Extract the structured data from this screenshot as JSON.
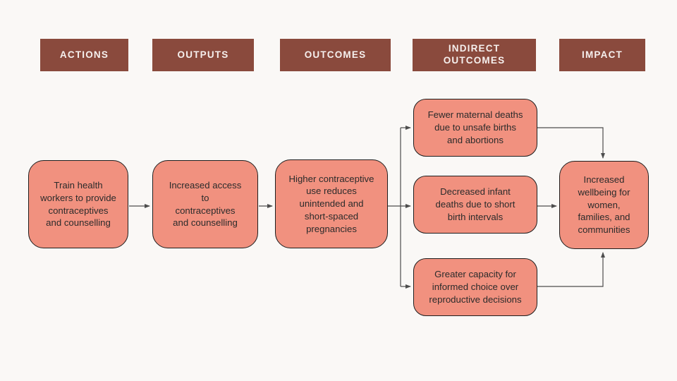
{
  "palette": {
    "background": "#FAF8F6",
    "header_fill": "#8A4A3D",
    "header_text": "#F6F0EE",
    "node_fill": "#F1917F",
    "node_border": "#1E1E1E",
    "node_text": "#2B2B2B",
    "connector": "#4D4D4D"
  },
  "headers": [
    {
      "id": "actions",
      "label": "ACTIONS"
    },
    {
      "id": "outputs",
      "label": "OUTPUTS"
    },
    {
      "id": "outcomes",
      "label": "OUTCOMES"
    },
    {
      "id": "indirect_outcomes",
      "label": "INDIRECT\nOUTCOMES"
    },
    {
      "id": "impact",
      "label": "IMPACT"
    }
  ],
  "nodes": {
    "action": {
      "label": "Train health\nworkers to provide\ncontraceptives\nand counselling"
    },
    "output": {
      "label": "Increased access\nto\ncontraceptives\nand counselling"
    },
    "outcome": {
      "label": "Higher contraceptive\nuse reduces\nunintended and\nshort-spaced\npregnancies"
    },
    "indirect_1": {
      "label": "Fewer maternal deaths\ndue to unsafe births\nand abortions"
    },
    "indirect_2": {
      "label": "Decreased infant\ndeaths due to short\nbirth intervals"
    },
    "indirect_3": {
      "label": "Greater capacity for\ninformed choice over\nreproductive decisions"
    },
    "impact": {
      "label": "Increased\nwellbeing for\nwomen,\nfamilies, and\ncommunities"
    }
  }
}
